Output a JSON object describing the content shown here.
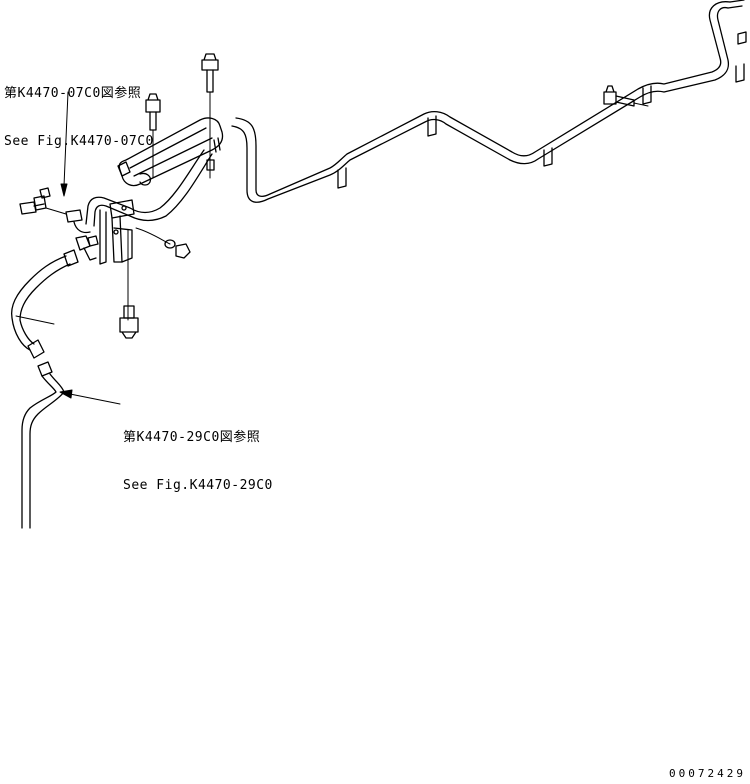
{
  "references": [
    {
      "jp": "第K4470-07C0図参照",
      "en": "See Fig.K4470-07C0"
    },
    {
      "jp": "第K4470-29C0図参照",
      "en": "See Fig.K4470-29C0"
    }
  ],
  "figure_number": "00072429"
}
